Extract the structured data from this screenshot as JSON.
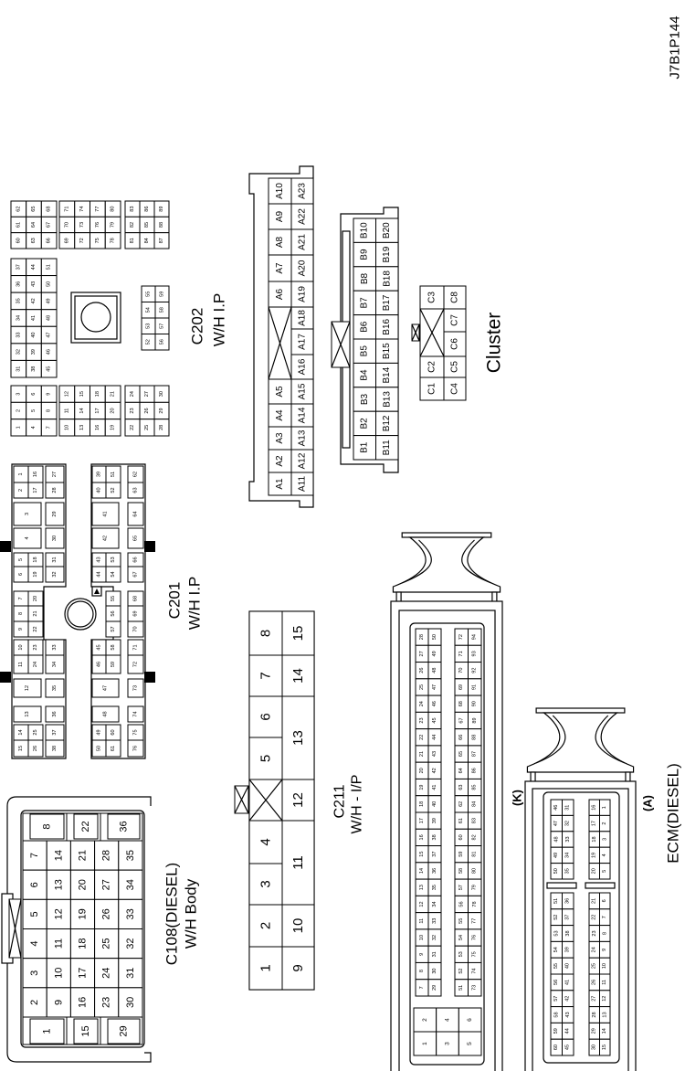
{
  "diagram_code": "J7B1P144",
  "c108": {
    "title": "C108(DIESEL)",
    "subtitle": "W/H Body",
    "end_top": [
      "8",
      "22",
      "36"
    ],
    "end_bottom": [
      "1",
      "15",
      "29"
    ],
    "grid": [
      [
        "7",
        "6",
        "5",
        "4",
        "3",
        "2"
      ],
      [
        "14",
        "13",
        "12",
        "11",
        "10",
        "9"
      ],
      [
        "21",
        "20",
        "19",
        "18",
        "17",
        "16"
      ],
      [
        "28",
        "27",
        "26",
        "25",
        "24",
        "23"
      ],
      [
        "35",
        "34",
        "33",
        "32",
        "31",
        "30"
      ]
    ]
  },
  "c201": {
    "title": "C201",
    "subtitle": "W/H I.P",
    "pins": [
      "1",
      "16",
      "27",
      "39",
      "51",
      "62",
      "2",
      "17",
      "28",
      "40",
      "52",
      "63",
      "3",
      "29",
      "41",
      "64",
      "4",
      "30",
      "42",
      "65",
      "5",
      "18",
      "31",
      "43",
      "53",
      "66",
      "6",
      "19",
      "32",
      "44",
      "54",
      "67",
      "7",
      "20",
      "55",
      "68",
      "8",
      "21",
      "56",
      "69",
      "9",
      "22",
      "57",
      "70",
      "10",
      "23",
      "33",
      "45",
      "58",
      "71",
      "11",
      "24",
      "34",
      "46",
      "59",
      "72",
      "12",
      "35",
      "47",
      "73",
      "13",
      "36",
      "48",
      "74",
      "14",
      "25",
      "37",
      "49",
      "60",
      "75",
      "15",
      "26",
      "38",
      "50",
      "61",
      "76"
    ]
  },
  "c202": {
    "title": "C202",
    "subtitle": "W/H I.P",
    "b60": [
      [
        "62",
        "61",
        "60"
      ],
      [
        "65",
        "64",
        "63"
      ],
      [
        "68",
        "67",
        "66"
      ]
    ],
    "b69": [
      [
        "71",
        "70",
        "69"
      ],
      [
        "74",
        "73",
        "72"
      ],
      [
        "77",
        "76",
        "75"
      ],
      [
        "80",
        "79",
        "78"
      ]
    ],
    "b81": [
      [
        "83",
        "82",
        "81"
      ],
      [
        "86",
        "85",
        "84"
      ],
      [
        "89",
        "88",
        "87"
      ]
    ],
    "b31": [
      [
        "37",
        "36",
        "35",
        "34",
        "33",
        "32",
        "31"
      ],
      [
        "44",
        "43",
        "42",
        "41",
        "40",
        "39",
        "38"
      ],
      [
        "51",
        "50",
        "49",
        "48",
        "47",
        "46",
        "45"
      ]
    ],
    "b52": [
      [
        "55",
        "54",
        "53",
        "52"
      ],
      [
        "59",
        "58",
        "57",
        "56"
      ]
    ],
    "b1": [
      [
        "3",
        "2",
        "1"
      ],
      [
        "6",
        "5",
        "4"
      ],
      [
        "9",
        "8",
        "7"
      ]
    ],
    "b10": [
      [
        "12",
        "11",
        "10"
      ],
      [
        "15",
        "14",
        "13"
      ],
      [
        "18",
        "17",
        "16"
      ],
      [
        "21",
        "20",
        "19"
      ]
    ],
    "b22": [
      [
        "24",
        "23",
        "22"
      ],
      [
        "27",
        "26",
        "25"
      ],
      [
        "30",
        "29",
        "28"
      ]
    ]
  },
  "c211": {
    "title": "C211",
    "subtitle": "W/H - I/P",
    "row1": [
      "8",
      "7",
      "6",
      "5",
      "4",
      "3",
      "2",
      "1"
    ],
    "row2": [
      "15",
      "14",
      "13",
      "12",
      "11",
      "10",
      "9"
    ]
  },
  "cluster": {
    "title": "Cluster",
    "a_row1": [
      "A10",
      "A9",
      "A8",
      "A7",
      "A6",
      "A5",
      "A4",
      "A3",
      "A2",
      "A1"
    ],
    "a_row2": [
      "A23",
      "A22",
      "A21",
      "A20",
      "A19",
      "A18",
      "A17",
      "A16",
      "A15",
      "A14",
      "A13",
      "A12",
      "A11"
    ],
    "b_grid": [
      [
        "B10",
        "B9",
        "B8",
        "B7",
        "B6",
        "B5",
        "B4",
        "B3",
        "B2",
        "B1"
      ],
      [
        "B20",
        "B19",
        "B18",
        "B17",
        "B16",
        "B15",
        "B14",
        "B13",
        "B12",
        "B11"
      ]
    ],
    "c_row1": [
      "C3",
      "C2",
      "C1"
    ],
    "c_row2": [
      "C8",
      "C7",
      "C6",
      "C5",
      "C4"
    ]
  },
  "ecm": {
    "title": "ECM(DIESEL)",
    "k_label": "(K)",
    "a_label": "(A)",
    "k_left": [
      [
        "28",
        "27",
        "26",
        "25",
        "24",
        "23",
        "22",
        "21",
        "20",
        "19",
        "18",
        "17",
        "16",
        "15",
        "14",
        "13",
        "12",
        "11",
        "10",
        "9",
        "8",
        "7"
      ],
      [
        "50",
        "49",
        "48",
        "47",
        "46",
        "45",
        "44",
        "43",
        "42",
        "41",
        "40",
        "39",
        "38",
        "37",
        "36",
        "35",
        "34",
        "33",
        "32",
        "31",
        "30",
        "29"
      ]
    ],
    "k_right": [
      [
        "72",
        "71",
        "70",
        "69",
        "68",
        "67",
        "66",
        "65",
        "64",
        "63",
        "62",
        "61",
        "60",
        "59",
        "58",
        "57",
        "56",
        "55",
        "54",
        "53",
        "52",
        "51"
      ],
      [
        "94",
        "93",
        "92",
        "91",
        "90",
        "89",
        "88",
        "87",
        "86",
        "85",
        "84",
        "83",
        "82",
        "81",
        "80",
        "79",
        "78",
        "77",
        "76",
        "75",
        "74",
        "73"
      ]
    ],
    "k_power": [
      [
        "2",
        "1"
      ],
      [
        "4",
        "3"
      ],
      [
        "6",
        "5"
      ]
    ],
    "a_g1": [
      [
        "46",
        "47",
        "48",
        "49",
        "50"
      ],
      [
        "31",
        "32",
        "33",
        "34",
        "35"
      ]
    ],
    "a_g2": [
      [
        "51",
        "52",
        "53",
        "54",
        "55",
        "56",
        "57",
        "58",
        "59",
        "60"
      ],
      [
        "36",
        "37",
        "38",
        "39",
        "40",
        "41",
        "42",
        "43",
        "44",
        "45"
      ]
    ],
    "a_g3": [
      [
        "16",
        "17",
        "18",
        "19",
        "20"
      ],
      [
        "1",
        "2",
        "3",
        "4",
        "5"
      ]
    ],
    "a_g4": [
      [
        "21",
        "22",
        "23",
        "24",
        "25",
        "26",
        "27",
        "28",
        "29",
        "30"
      ],
      [
        "6",
        "7",
        "8",
        "9",
        "10",
        "11",
        "12",
        "13",
        "14",
        "15"
      ]
    ]
  }
}
